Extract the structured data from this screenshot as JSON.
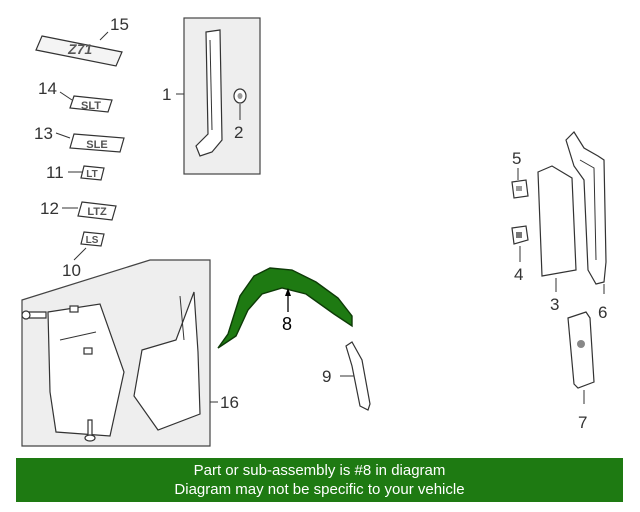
{
  "callouts": {
    "c1": "1",
    "c2": "2",
    "c3": "3",
    "c4": "4",
    "c5": "5",
    "c6": "6",
    "c7": "7",
    "c8": "8",
    "c9": "9",
    "c10": "10",
    "c11": "11",
    "c12": "12",
    "c13": "13",
    "c14": "14",
    "c15": "15",
    "c16": "16"
  },
  "badges": {
    "z71": "Z71",
    "slt": "SLT",
    "sle": "SLE",
    "lt": "LT",
    "ltz": "LTZ",
    "ls": "LS"
  },
  "highlight_color": "#1e7a12",
  "banner": {
    "line1": "Part or sub-assembly is #8 in diagram",
    "line2": "Diagram may not be specific to your vehicle"
  }
}
